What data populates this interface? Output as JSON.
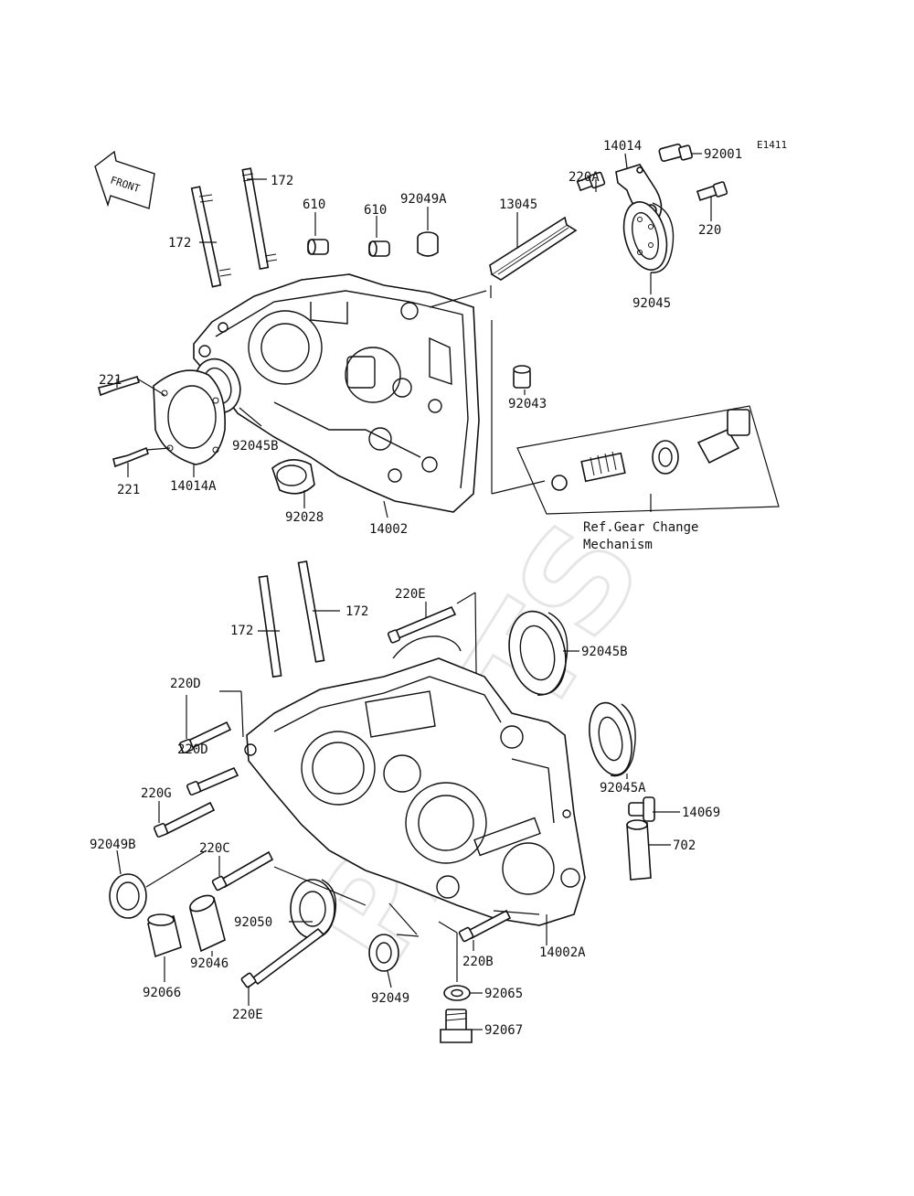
{
  "figure_code": "E1411",
  "front_arrow_text": "FRONT",
  "watermark_text": "PARTS",
  "reference_note": [
    "Ref.Gear Change",
    "Mechanism"
  ],
  "labels": {
    "p14014": "14014",
    "p92001": "92001",
    "p220A": "220A",
    "p220": "220",
    "p13045": "13045",
    "p92049A": "92049A",
    "p610a": "610",
    "p610b": "610",
    "p172a": "172",
    "p172b": "172",
    "p92045": "92045",
    "p221a": "221",
    "p221b": "221",
    "p92045B_top": "92045B",
    "p14014A": "14014A",
    "p92028": "92028",
    "p14002": "14002",
    "p92043": "92043",
    "p172c": "172",
    "p172d": "172",
    "p220E_top": "220E",
    "p92045B": "92045B",
    "p220D_a": "220D",
    "p220D_b": "220D",
    "p92045A": "92045A",
    "p220G": "220G",
    "p14069": "14069",
    "p702": "702",
    "p92049B": "92049B",
    "p220C": "220C",
    "p92050": "92050",
    "p92046": "92046",
    "p14002A": "14002A",
    "p220B": "220B",
    "p92066": "92066",
    "p92049": "92049",
    "p92065": "92065",
    "p220E_bottom": "220E",
    "p92067": "92067"
  }
}
